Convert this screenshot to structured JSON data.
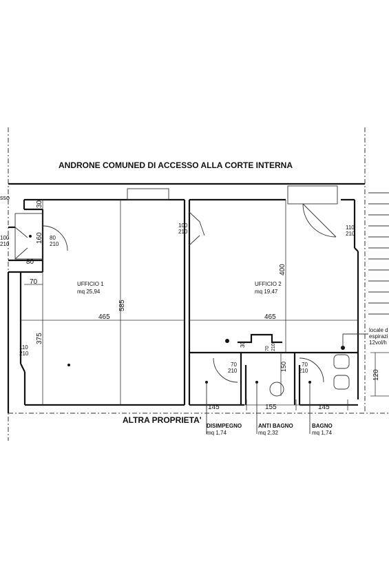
{
  "header": {
    "title": "ANDRONE COMUNED DI ACCESSO ALLA CORTE INTERNA"
  },
  "footer": {
    "neighbor": "ALTRA PROPRIETA'"
  },
  "rooms": {
    "ufficio1": {
      "name": "UFFICIO 1",
      "area": "mq 25,94"
    },
    "ufficio2": {
      "name": "UFFICIO 2",
      "area": "mq 19,47"
    },
    "disimpegno": {
      "name": "DISIMPEGNO",
      "area": "mq 1,74"
    },
    "antibagno": {
      "name": "ANTI BAGNO",
      "area": "mq 2,32"
    },
    "bagno": {
      "name": "BAGNO",
      "area": "mq 1,74"
    }
  },
  "left_labels": {
    "top_fragment": "sso",
    "door_100_210": [
      "100",
      "210"
    ],
    "door_80_210": [
      "80",
      "210"
    ],
    "dim_160": "160",
    "dim_80": "80",
    "dim_30": "30",
    "dim_70": "70",
    "door_110_210": [
      "110",
      "210"
    ]
  },
  "ufficio_dims": {
    "dim_585": "585",
    "dim_465_left": "465",
    "dim_375": "375",
    "dim_400": "400",
    "dim_465_right": "465",
    "door_100_210": [
      "100",
      "210"
    ],
    "door_110_210": [
      "110",
      "210"
    ]
  },
  "service_dims": {
    "dim_30": "30",
    "door_70_210_top": [
      "70",
      "210"
    ],
    "dim_150": "150",
    "door_70_210_left": [
      "70",
      "210"
    ],
    "door_70_210_right": [
      "70",
      "210"
    ],
    "dim_145_left": "145",
    "dim_155": "155",
    "dim_145_right": "145",
    "dim_120": "120"
  },
  "right_note": {
    "line1": "locale d",
    "line2": "espirazi",
    "line3": "12vol/h"
  }
}
